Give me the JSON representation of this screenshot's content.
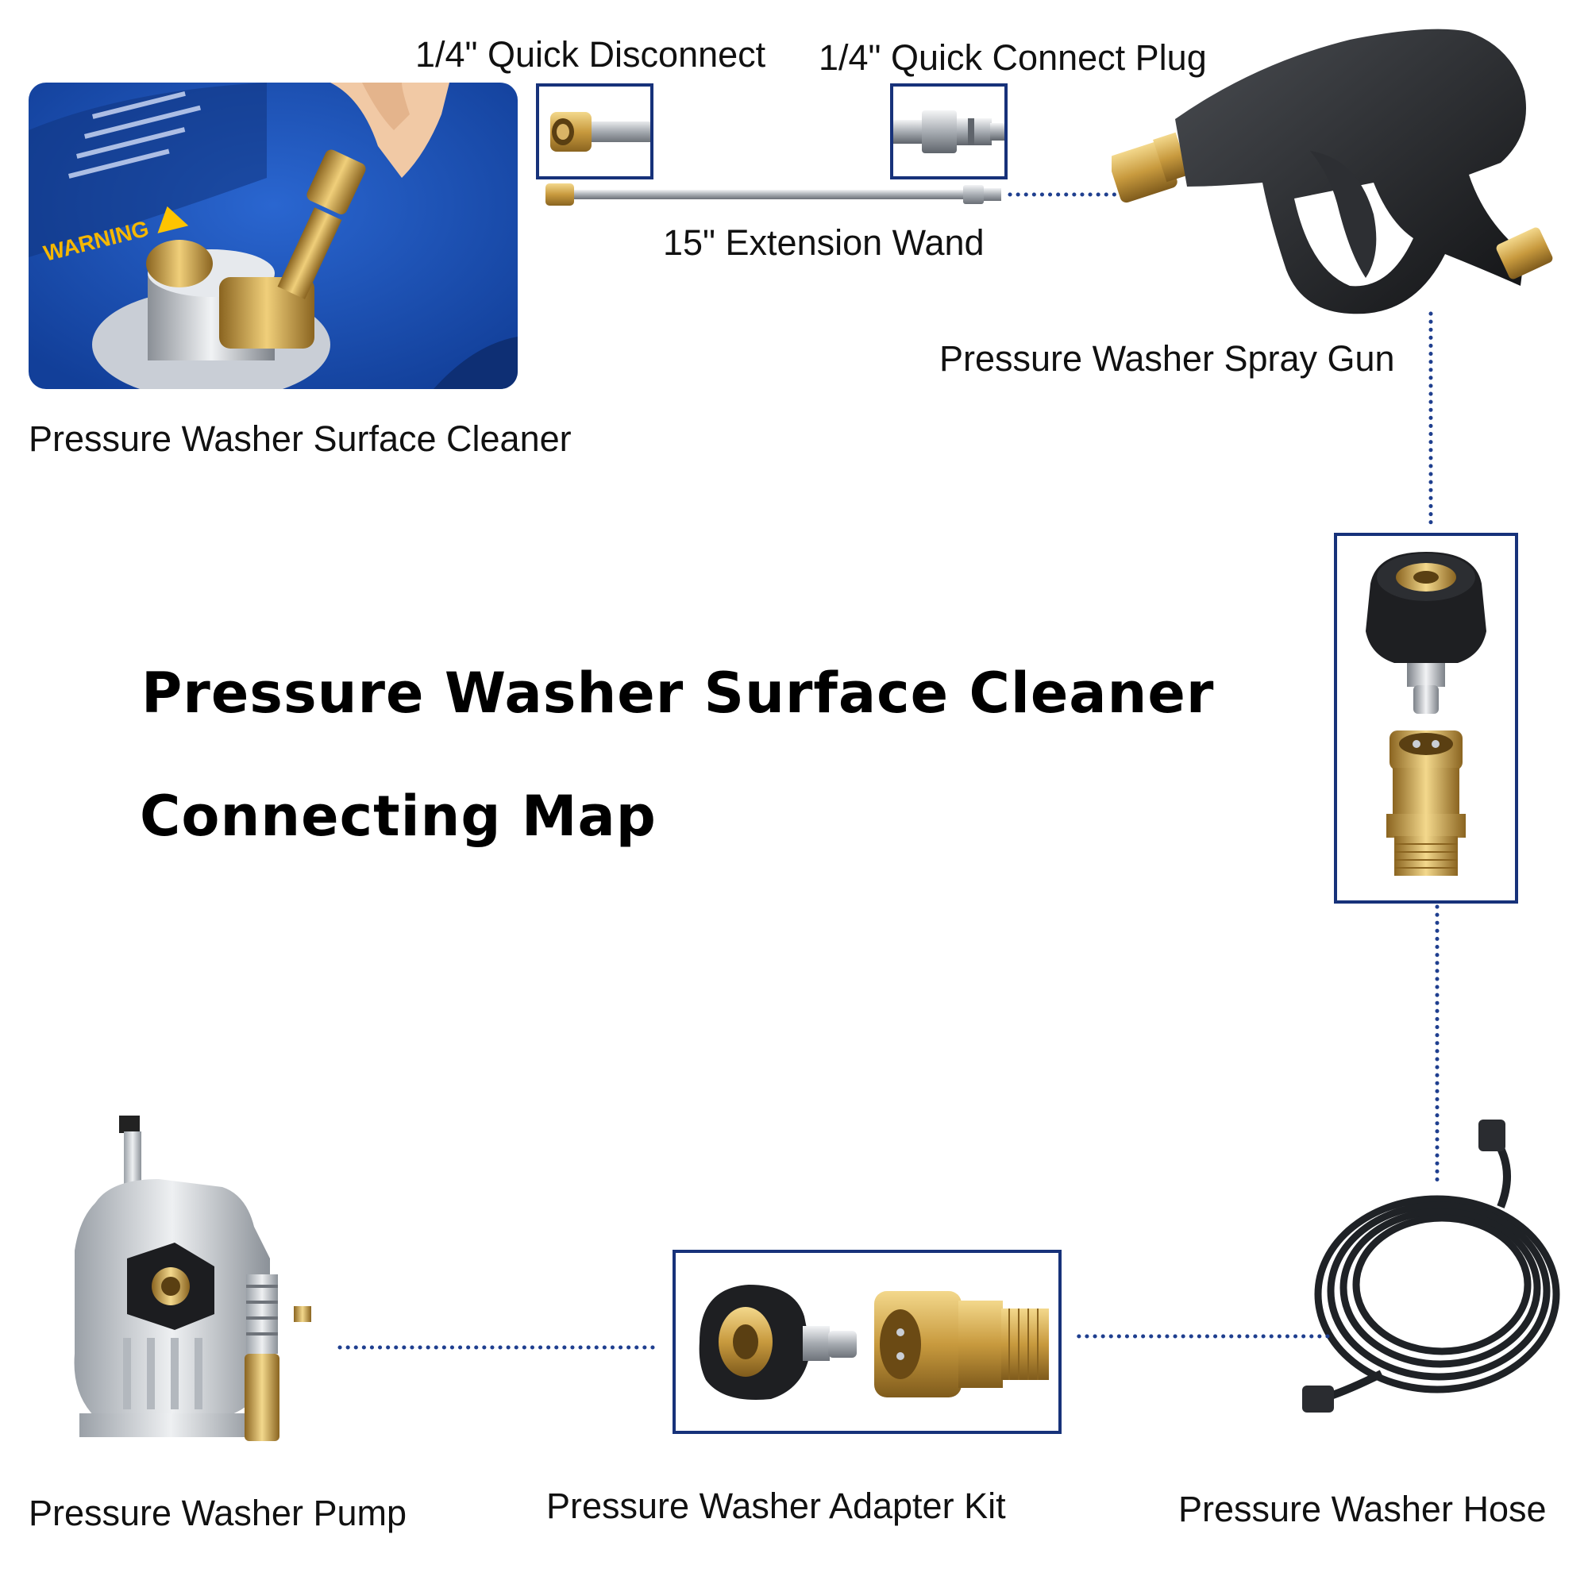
{
  "title": {
    "line1": "Pressure Washer Surface Cleaner",
    "line2": "Connecting Map"
  },
  "labels": {
    "quick_disconnect": "1/4\" Quick Disconnect",
    "quick_connect_plug": "1/4\" Quick Connect Plug",
    "extension_wand": "15\" Extension Wand",
    "spray_gun": "Pressure Washer Spray Gun",
    "surface_cleaner": "Pressure Washer Surface Cleaner",
    "pump": "Pressure Washer Pump",
    "adapter_kit": "Pressure Washer Adapter Kit",
    "hose": "Pressure Washer Hose"
  },
  "surface_cleaner_photo": {
    "warning_text": "WARNING"
  },
  "colors": {
    "frame": "#17327a",
    "connector_dots": "#1f3f8f",
    "brass": "#c9a24a",
    "cleaner_blue": "#1a4fb3"
  }
}
